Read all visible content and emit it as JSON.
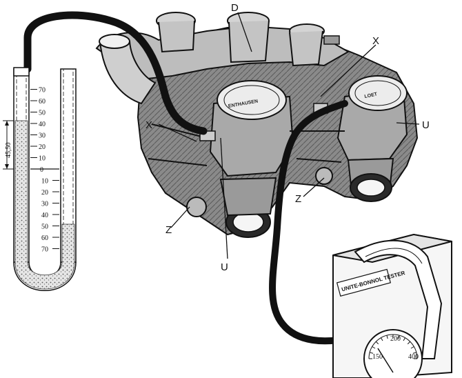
{
  "labels": {
    "D": "D",
    "X_left": "X",
    "X_right": "X",
    "U_right": "U",
    "U_bottom": "U",
    "Z_left": "Z",
    "Z_right": "Z"
  },
  "manometer": {
    "right_scale_up": [
      "70",
      "60",
      "50",
      "40",
      "30",
      "20",
      "10"
    ],
    "zero": "0",
    "left_scale_down": [
      "10",
      "20",
      "30",
      "40",
      "50",
      "60",
      "70"
    ],
    "dimension": "45,50"
  },
  "carburettor_caps": {
    "left": "ENTHAUSEN",
    "right": "LOET"
  },
  "tester": {
    "panel_label": "UNITE-BONNOL TESTER",
    "dial_numbers": [
      "150",
      "200",
      "400"
    ]
  }
}
